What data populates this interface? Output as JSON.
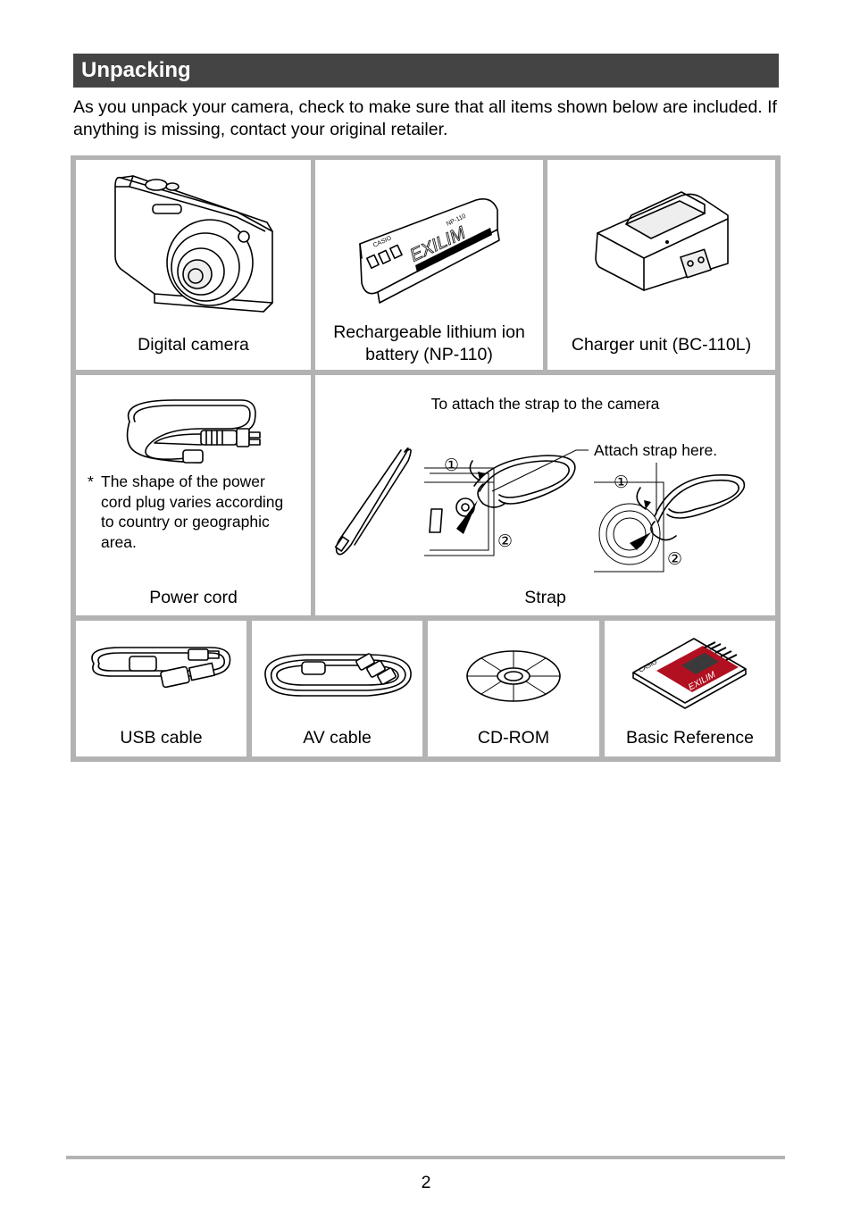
{
  "header": {
    "title": "Unpacking"
  },
  "intro": "As you unpack your camera, check to make sure that all items shown below are included. If anything is missing, contact your original retailer.",
  "items": {
    "camera": "Digital camera",
    "battery": "Rechargeable lithium ion battery (NP-110)",
    "charger": "Charger unit (BC-110L)",
    "power_cord": "Power cord",
    "power_cord_note_mark": "*",
    "power_cord_note": "The shape of the power cord plug varies according to country or geographic area.",
    "strap": "Strap",
    "strap_caption": "To attach the strap to the camera",
    "strap_callout": "Attach strap here.",
    "step_1": "①",
    "step_2": "②",
    "usb_cable": "USB cable",
    "av_cable": "AV cable",
    "cd_rom": "CD-ROM",
    "basic_reference": "Basic Reference"
  },
  "battery_marks": {
    "brand": "CASIO",
    "model": "NP-110",
    "logo": "EXILIM"
  },
  "manual_marks": {
    "brand": "CASIO",
    "logo": "EXILIM"
  },
  "colors": {
    "title_bar": "#444444",
    "grid_border": "#b3b3b3",
    "manual_red": "#b01020"
  },
  "footer": {
    "page_number": "2"
  }
}
